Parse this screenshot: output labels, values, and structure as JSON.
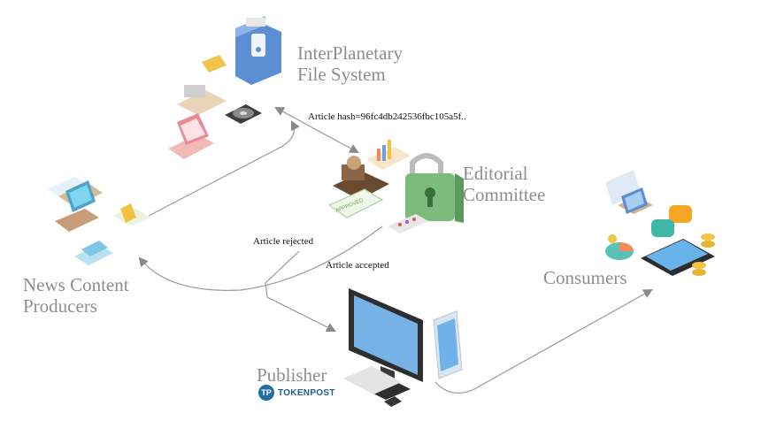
{
  "nodes": {
    "ipfs": {
      "line1": "InterPlanetary",
      "line2": "File System"
    },
    "editorial": {
      "line1": "Editorial",
      "line2": "Committee"
    },
    "producers": {
      "line1": "News Content",
      "line2": "Producers"
    },
    "consumers": {
      "label": "Consumers"
    },
    "publisher": {
      "label": "Publisher"
    }
  },
  "edges": {
    "hash": "Article hash=96fc4db242536fbc105a5f..",
    "rejected": "Article rejected",
    "accepted": "Article accepted"
  },
  "brand": {
    "icon_text": "TP",
    "name": "TOKENPOST"
  },
  "stamp_text": "APPROVED",
  "colors": {
    "arrow": "#9a9a9a",
    "label": "#8e8e8e",
    "folder": "#5b8fd4",
    "lock": "#7dbb7d",
    "brand": "#1d6fa5"
  }
}
